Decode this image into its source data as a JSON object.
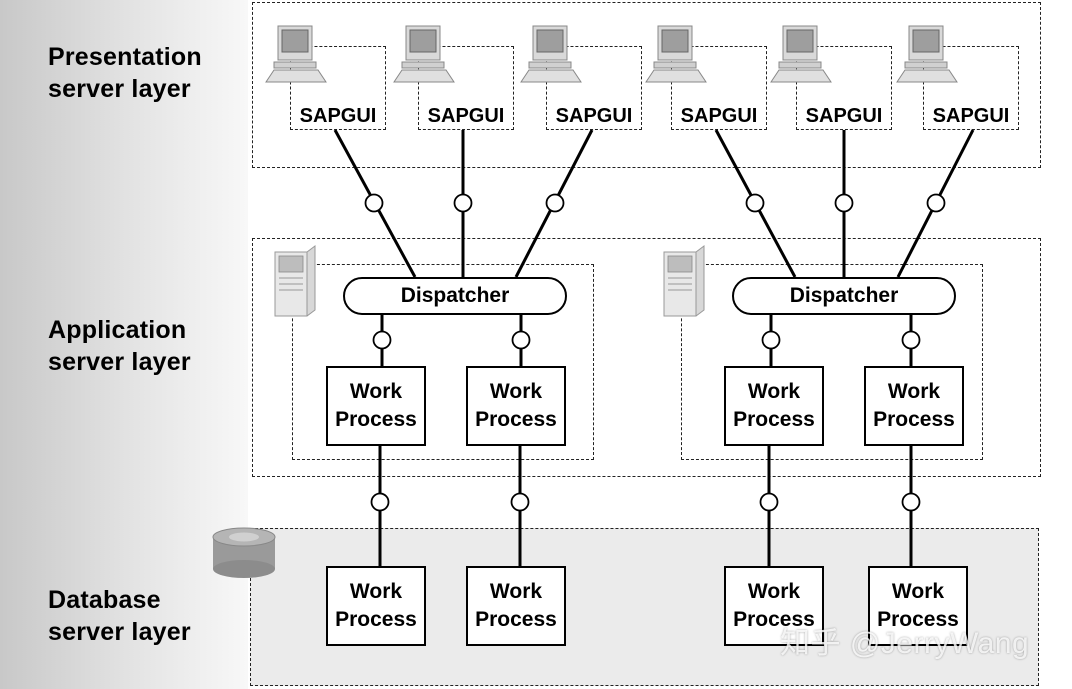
{
  "layers": {
    "presentation": "Presentation\nserver layer",
    "application": "Application\nserver layer",
    "database": "Database\nserver layer"
  },
  "clients": [
    {
      "label": "SAPGUI"
    },
    {
      "label": "SAPGUI"
    },
    {
      "label": "SAPGUI"
    },
    {
      "label": "SAPGUI"
    },
    {
      "label": "SAPGUI"
    },
    {
      "label": "SAPGUI"
    }
  ],
  "app_servers": [
    {
      "dispatcher": "Dispatcher",
      "work_processes": [
        "Work\nProcess",
        "Work\nProcess"
      ]
    },
    {
      "dispatcher": "Dispatcher",
      "work_processes": [
        "Work\nProcess",
        "Work\nProcess"
      ]
    }
  ],
  "db_work_processes": [
    "Work\nProcess",
    "Work\nProcess",
    "Work\nProcess",
    "Work\nProcess"
  ],
  "watermark": "知乎 @JerryWang",
  "colors": {
    "left_band_dark": "#c8c8c8",
    "region_fill": "#ebebeb",
    "line": "#000000",
    "box_fill": "#ffffff"
  }
}
